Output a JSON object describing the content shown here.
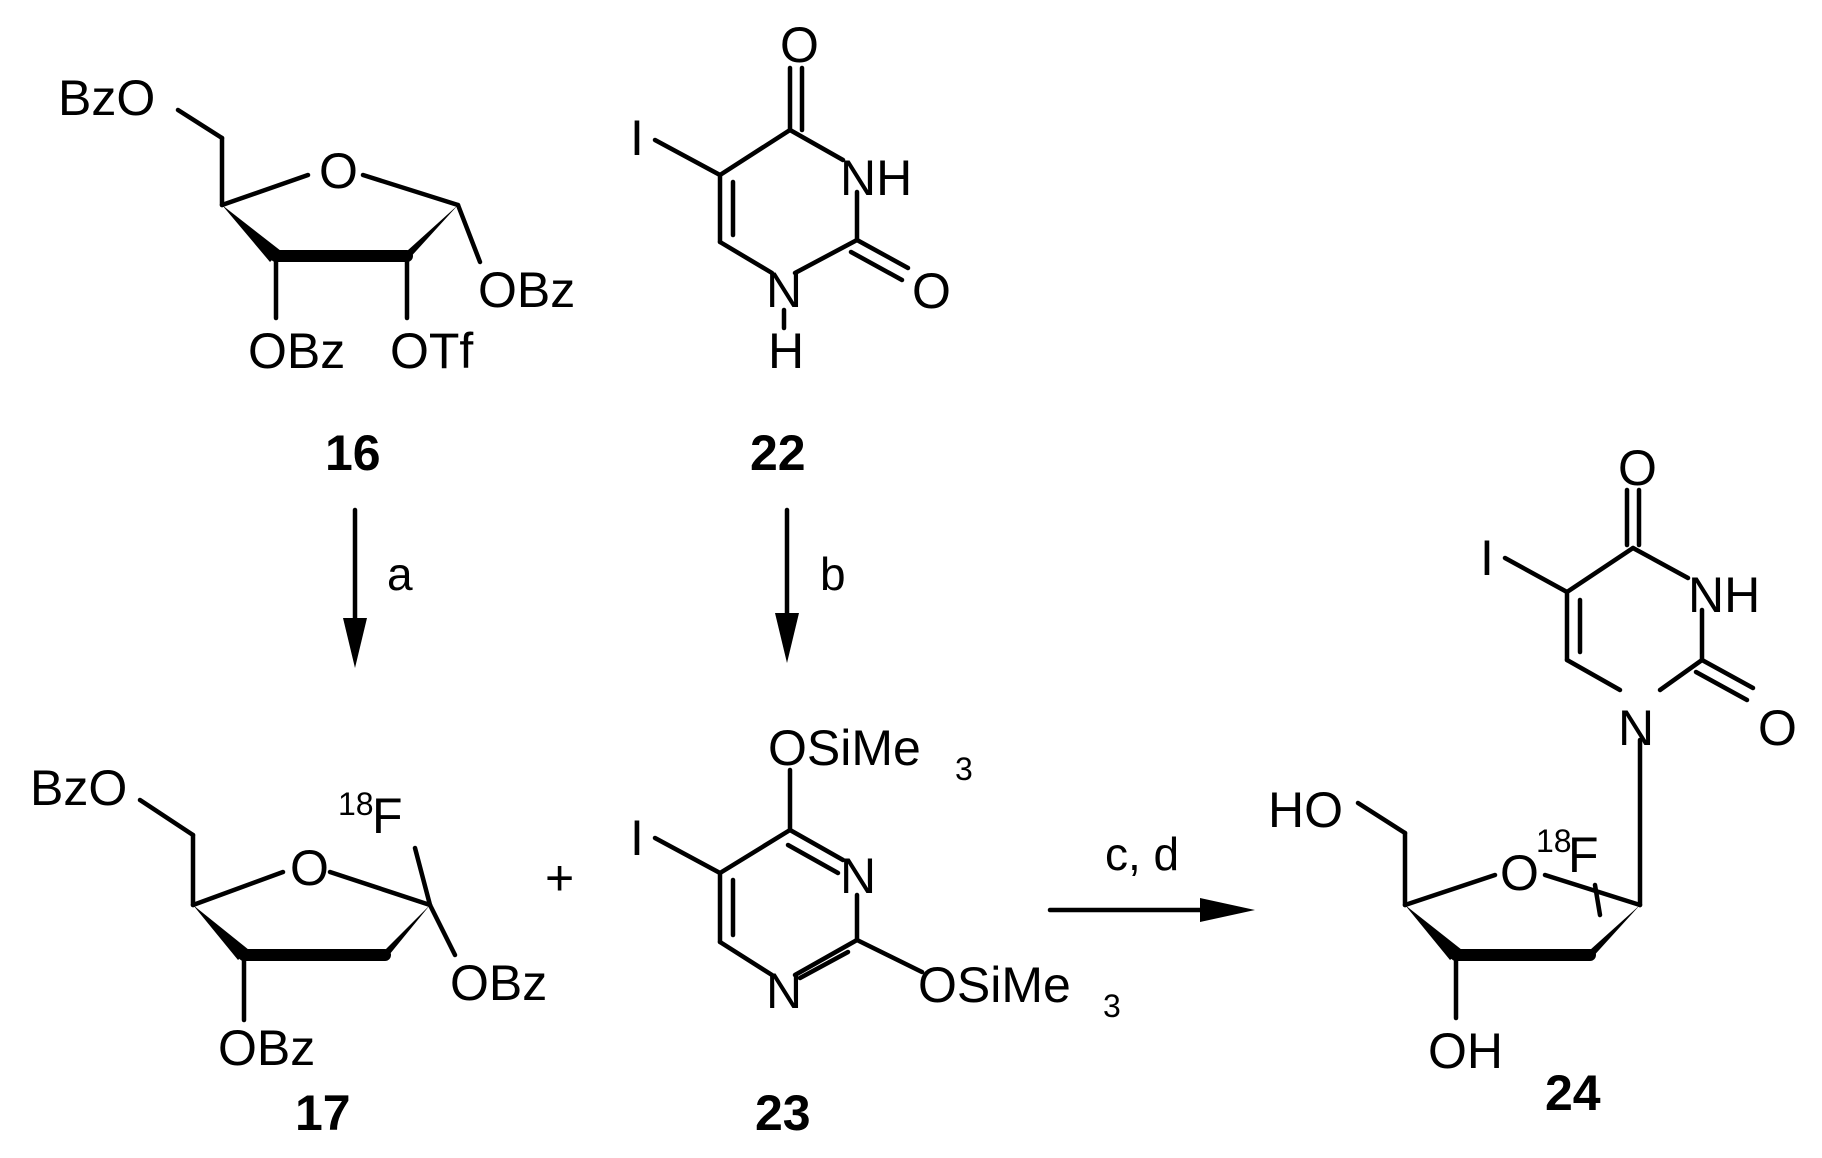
{
  "compounds": {
    "c16": {
      "number": "16",
      "labels": {
        "bzo_top": "BzO",
        "ring_o": "O",
        "obz_right": "OBz",
        "obz_bottom": "OBz",
        "otf": "OTf"
      }
    },
    "c22": {
      "number": "22",
      "labels": {
        "o_top": "O",
        "iodine": "I",
        "nh": "NH",
        "n": "N",
        "h": "H",
        "o_right": "O"
      }
    },
    "c17": {
      "number": "17",
      "labels": {
        "bzo_top": "BzO",
        "ring_o": "O",
        "f_iso": "18",
        "fluorine": "F",
        "obz_right": "OBz",
        "obz_bottom": "OBz"
      }
    },
    "c23": {
      "number": "23",
      "labels": {
        "osime3_top": "OSiMe",
        "sub3_top": "3",
        "iodine": "I",
        "n_upper": "N",
        "n_lower": "N",
        "osime3_right": "OSiMe",
        "sub3_right": "3"
      }
    },
    "c24": {
      "number": "24",
      "labels": {
        "o_top": "O",
        "iodine": "I",
        "nh": "NH",
        "n": "N",
        "o_right": "O",
        "ho": "HO",
        "ring_o": "O",
        "f_iso": "18",
        "fluorine": "F",
        "oh": "OH"
      }
    }
  },
  "reagents": {
    "a": "a",
    "b": "b",
    "cd": "c, d",
    "plus": "+"
  }
}
